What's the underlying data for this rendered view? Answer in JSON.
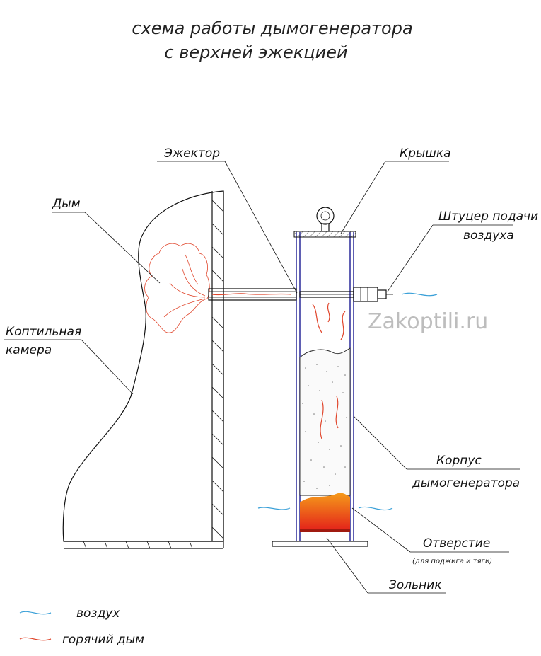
{
  "title": {
    "line1": "схема работы дымогенератора",
    "line2": "с верхней эжекцией"
  },
  "labels": {
    "ejector": "Эжектор",
    "lid": "Крышка",
    "smoke": "Дым",
    "fitting_line1": "Штуцер подачи",
    "fitting_line2": "воздуха",
    "chamber_line1": "Коптильная",
    "chamber_line2": "камера",
    "body_line1": "Корпус",
    "body_line2": "дымогенератора",
    "hole": "Отверстие",
    "hole_note": "(для поджига и тяги)",
    "ash": "Зольник"
  },
  "watermark": "Zakoptili.ru",
  "legend": {
    "air": "воздух",
    "hot_smoke": "горячий дым"
  },
  "colors": {
    "air": "#3aa0d8",
    "smoke": "#e0452b",
    "fire_top": "#f59a1a",
    "fire_bottom": "#e4261a",
    "wall": "#2a2a9a"
  }
}
